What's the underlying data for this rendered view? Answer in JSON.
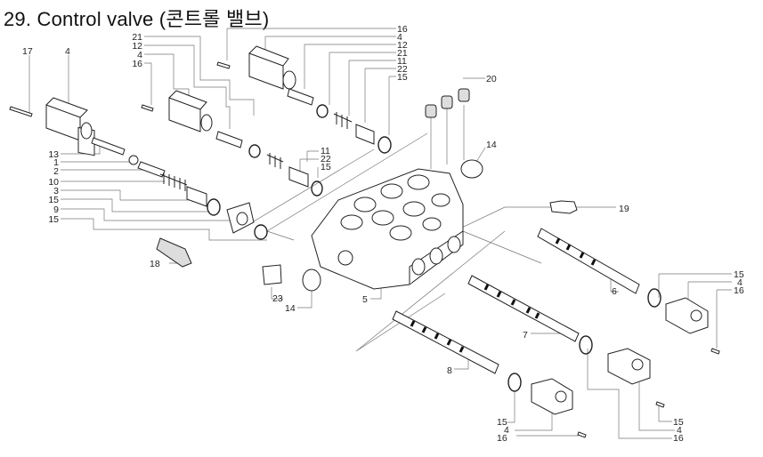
{
  "title": "29. Control valve (콘트롤 밸브)",
  "callouts": {
    "a17": "17",
    "a4": "4",
    "l13": "13",
    "l1": "1",
    "l2": "2",
    "l10": "10",
    "l3": "3",
    "l15a": "15",
    "l9": "9",
    "l15b": "15",
    "m21": "21",
    "m12": "12",
    "m4": "4",
    "m16": "16",
    "t16": "16",
    "t4": "4",
    "t12": "12",
    "t21": "21",
    "t11": "11",
    "t22": "22",
    "t15": "15",
    "c11": "11",
    "c22": "22",
    "c15": "15",
    "p20": "20",
    "p14a": "14",
    "p19": "19",
    "p18": "18",
    "p23": "23",
    "p14b": "14",
    "p5": "5",
    "p6": "6",
    "r15": "15",
    "r4": "4",
    "r16": "16",
    "p7": "7",
    "p8": "8",
    "b15": "15",
    "b4": "4",
    "b16": "16",
    "d15": "15",
    "d4": "4",
    "d16": "16"
  }
}
